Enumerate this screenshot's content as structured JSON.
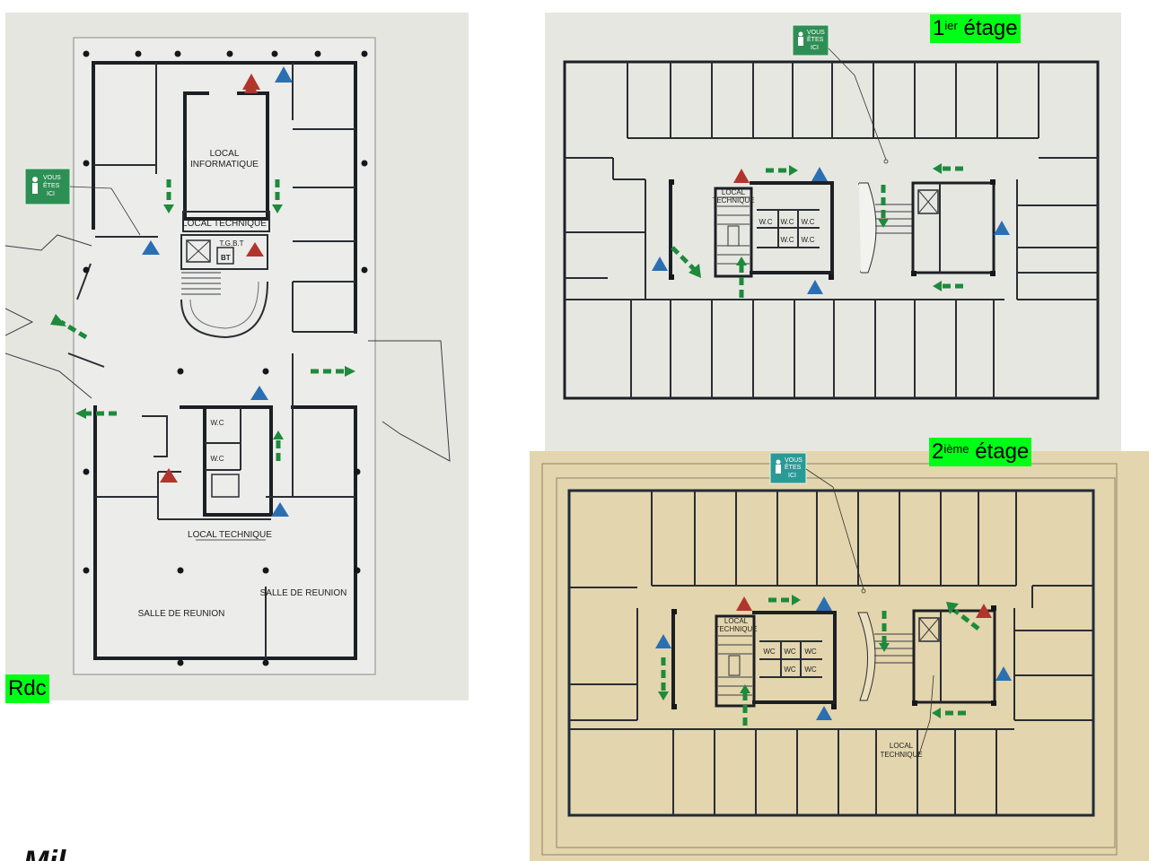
{
  "floors": {
    "rdc": {
      "name": "Rdc"
    },
    "first": {
      "number": "1",
      "suffix": "ier",
      "word": "étage"
    },
    "second": {
      "number": "2",
      "suffix": "ième",
      "word": "étage"
    }
  },
  "you_are_here": {
    "line1": "VOUS",
    "line2": "ÊTES",
    "line3": "ICI"
  },
  "rdc_labels": {
    "local_informatique_1": "LOCAL",
    "local_informatique_2": "INFORMATIQUE",
    "local_technique_top": "LOCAL TECHNIQUE",
    "tgbt": "T.G.B.T",
    "bt": "BT",
    "wc_upper": "W.C",
    "wc_lower": "W.C",
    "local_technique_bottom": "LOCAL TECHNIQUE",
    "salle_reunion_left": "SALLE DE REUNION",
    "salle_reunion_right": "SALLE DE REUNION"
  },
  "first_labels": {
    "local_technique_1": "LOCAL",
    "local_technique_2": "TECHNIQUE",
    "wc": [
      "W.C",
      "W.C",
      "W.C",
      "W.C",
      "W.C"
    ]
  },
  "second_labels": {
    "local_technique_1": "LOCAL",
    "local_technique_2": "TECHNIQUE",
    "wc": [
      "WC",
      "WC",
      "WC",
      "WC",
      "WC"
    ],
    "local_technique_b1": "LOCAL",
    "local_technique_b2": "TECHNIQUE"
  },
  "cut_text": "Mil",
  "colors": {
    "exit_arrow": "#1d8a3c",
    "tag_background": "#00ff16",
    "sign_green": "#2e8f55",
    "extinguisher_red": "#b2352d",
    "alarm_blue": "#2b6fb3"
  }
}
